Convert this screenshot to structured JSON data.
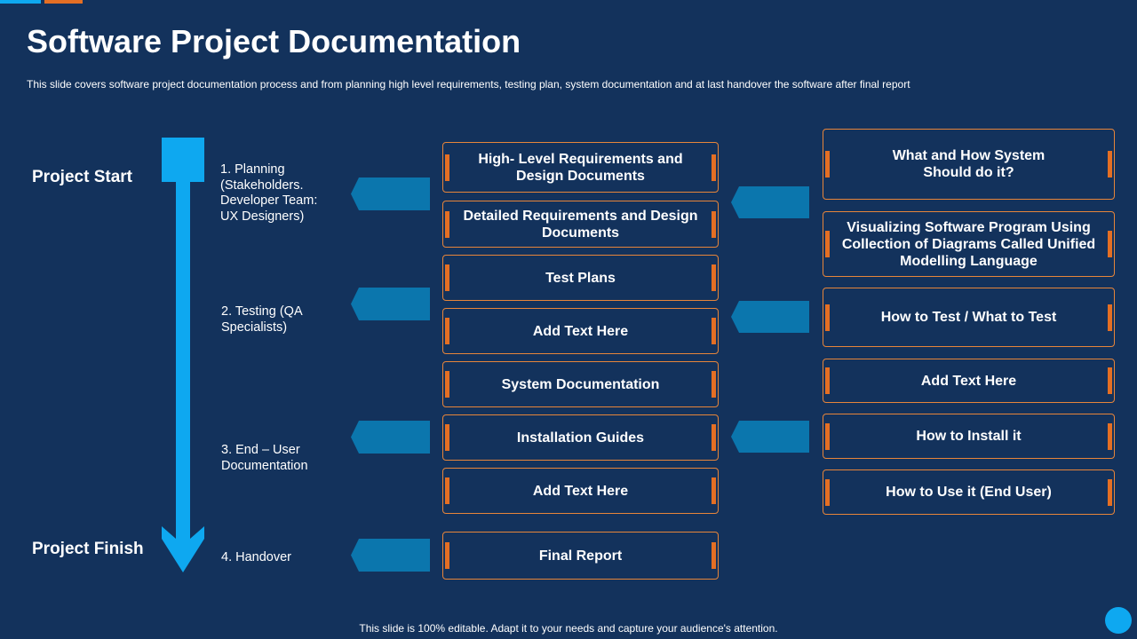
{
  "title": "Software Project Documentation",
  "subtitle": "This slide covers software project documentation process and from planning high level requirements, testing plan, system documentation and at last handover  the software after final report",
  "timeline": {
    "start_label": "Project Start",
    "finish_label": "Project Finish"
  },
  "phases": [
    "1. Planning (Stakeholders. Developer Team: UX Designers)",
    "2. Testing (QA Specialists)",
    "3. End – User Documentation",
    "4. Handover"
  ],
  "documents": [
    "High- Level Requirements and Design Documents",
    "Detailed Requirements and Design Documents",
    "Test Plans",
    "Add Text Here",
    "System Documentation",
    "Installation Guides",
    "Add Text Here",
    "Final Report"
  ],
  "purposes": [
    "What and How System Should do it?",
    "Visualizing Software Program Using Collection of Diagrams Called Unified Modelling Language",
    "How to Test / What to Test",
    "Add Text Here",
    "How to Install  it",
    "How to Use it (End User)"
  ],
  "footer": "This slide is 100% editable. Adapt it to your needs and capture your audience's attention.",
  "colors": {
    "background": "#13325c",
    "accent_blue": "#0ea8f0",
    "accent_orange": "#e46f24",
    "chevron_blue": "#0b76ad"
  }
}
